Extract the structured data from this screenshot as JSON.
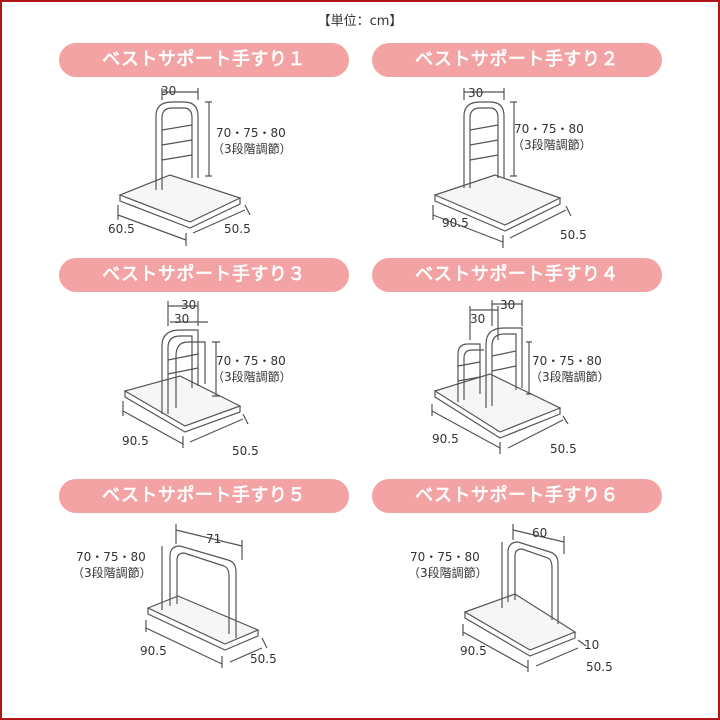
{
  "unit_label": "【単位：cm】",
  "heights_label_1": "70・75・80",
  "heights_label_2": "（3段階調節）",
  "products": [
    {
      "title": "ベストサポート手すり１",
      "top": "30",
      "length": "60.5",
      "width": "50.5"
    },
    {
      "title": "ベストサポート手すり２",
      "top": "30",
      "length": "90.5",
      "width": "50.5"
    },
    {
      "title": "ベストサポート手すり３",
      "top_a": "30",
      "top_b": "30",
      "length": "90.5",
      "width": "50.5"
    },
    {
      "title": "ベストサポート手すり４",
      "top_a": "30",
      "top_b": "30",
      "length": "90.5",
      "width": "50.5"
    },
    {
      "title": "ベストサポート手すり５",
      "top": "71",
      "length": "90.5",
      "width": "50.5"
    },
    {
      "title": "ベストサポート手すり６",
      "top": "60",
      "side": "10",
      "length": "90.5",
      "width": "50.5"
    }
  ],
  "colors": {
    "pill": "#f3a3a3",
    "frame": "#b01515",
    "line": "#555555"
  }
}
